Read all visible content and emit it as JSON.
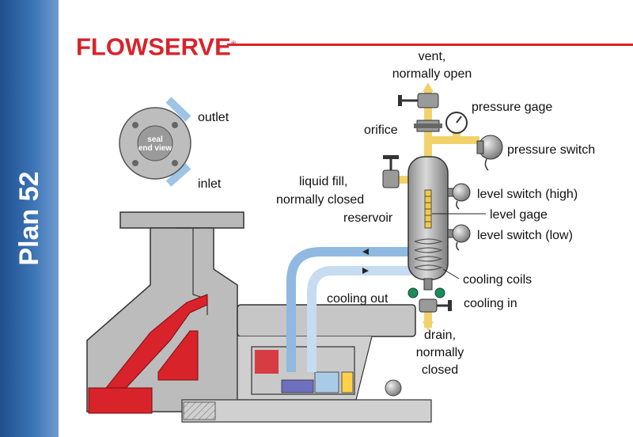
{
  "sidebar": {
    "title": "Plan 52"
  },
  "brand": {
    "logo_text": "FLOWSERVE",
    "registered": "®",
    "accent_color": "#d8232a"
  },
  "seal_end_view": {
    "line1": "seal",
    "line2": "end view",
    "outlet": "outlet",
    "inlet": "inlet"
  },
  "labels": {
    "vent_line1": "vent,",
    "vent_line2": "normally open",
    "pressure_gage": "pressure gage",
    "orifice": "orifice",
    "pressure_switch": "pressure switch",
    "liquid_fill_line1": "liquid fill,",
    "liquid_fill_line2": "normally closed",
    "level_switch_high": "level switch (high)",
    "level_gage": "level gage",
    "reservoir": "reservoir",
    "level_switch_low": "level switch (low)",
    "cooling_coils": "cooling coils",
    "cooling_out": "cooling out",
    "cooling_in": "cooling in",
    "drain_line1": "drain,",
    "drain_line2": "normally",
    "drain_line3": "closed"
  },
  "colors": {
    "pipe_yellow": "#f2d36b",
    "pipe_blue": "#9ec4e6",
    "metal_gray": "#b9b9b9",
    "seal_red": "#d8232a",
    "valve_green": "#1f8a5b"
  }
}
